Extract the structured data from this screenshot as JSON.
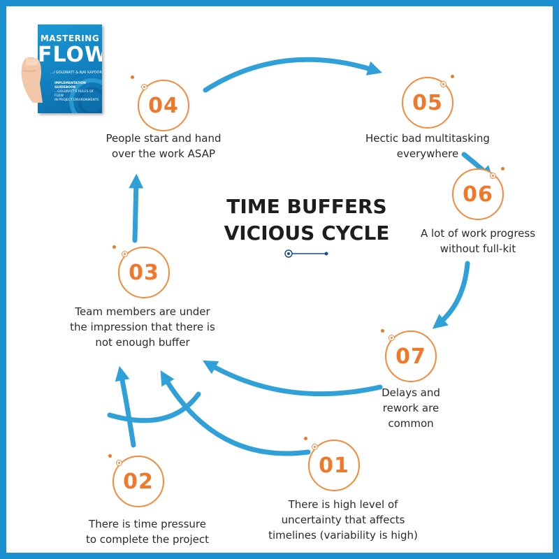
{
  "title": "TIME BUFFERS\nVICIOUS CYCLE",
  "book": {
    "title_line1": "MASTERING",
    "title_line2": "FLOW",
    "authors": "...I GOLDRATT & AJAI KAPOOR",
    "subtitle_line1": "IMPLEMENTATION GUIDEBOOK",
    "subtitle_line2": "...GOLDRATT'S RULES OF FLOW\nIN PROJECT ENVIRONMENTS"
  },
  "steps": [
    {
      "number": "01",
      "text": "There is high level of\nuncertainty that affects\ntimelines (variability is high)"
    },
    {
      "number": "02",
      "text": "There is time pressure\nto complete the project"
    },
    {
      "number": "03",
      "text": "Team members are under\nthe impression that there is\nnot enough buffer"
    },
    {
      "number": "04",
      "text": "People start and hand\nover the work ASAP"
    },
    {
      "number": "05",
      "text": "Hectic bad multitasking\neverywhere"
    },
    {
      "number": "06",
      "text": "A lot of work progress\nwithout full-kit"
    },
    {
      "number": "07",
      "text": "Delays and\nrework are\ncommon"
    }
  ],
  "colors": {
    "frame": "#1d91cf",
    "arrow": "#2fa0d8",
    "number": "#f0782a",
    "circle_border": "#f58a3c",
    "title": "#1d1d1d",
    "divider": "#1a4b8c"
  }
}
